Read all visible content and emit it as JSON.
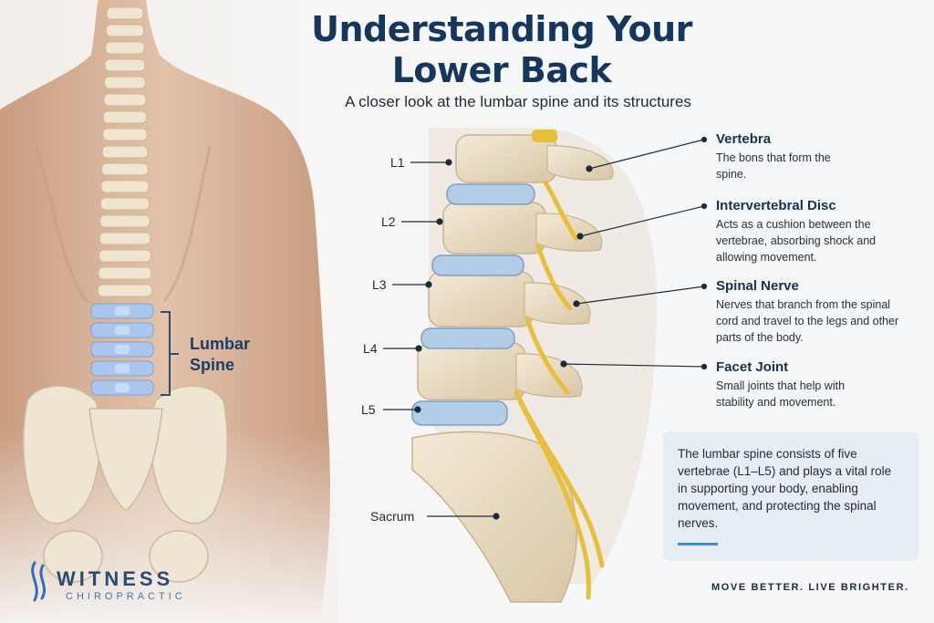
{
  "header": {
    "title": "Understanding Your Lower Back",
    "subtitle": "A closer look at the lumbar spine and its structures"
  },
  "back_illustration": {
    "lumbar_label_line1": "Lumbar",
    "lumbar_label_line2": "Spine"
  },
  "levels": {
    "l1": "L1",
    "l2": "L2",
    "l3": "L3",
    "l4": "L4",
    "l5": "L5",
    "sacrum": "Sacrum"
  },
  "callouts": [
    {
      "title": "Vertebra",
      "desc": "The bons that form the spine."
    },
    {
      "title": "Intervertebral Disc",
      "desc": "Acts as a cushion between the vertebrae, absorbing shock and allowing movement."
    },
    {
      "title": "Spinal Nerve",
      "desc": "Nerves that branch from the spinal cord and travel to the legs and other parts of the body."
    },
    {
      "title": "Facet Joint",
      "desc": "Small joints that help with stability and movement."
    }
  ],
  "summary": {
    "text": "The lumbar spine consists of five vertebrae (L1–L5) and plays a vital role in supporting your body, enabling movement, and protecting the spinal nerves."
  },
  "footer": {
    "brand_name": "WITNESS",
    "brand_sub": "CHIROPRACTIC",
    "tagline": "MOVE BETTER. LIVE BRIGHTER."
  },
  "colors": {
    "title": "#15375e",
    "accent": "#3b8fd0",
    "lumbar_highlight": "#a9c6ee",
    "disc": "#b4cde6",
    "bone": "#e9ddc6",
    "nerve": "#e8bf3a",
    "skin": "#dcb89e"
  }
}
